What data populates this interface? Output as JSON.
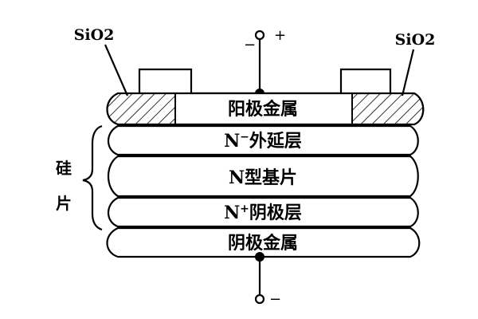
{
  "labels": {
    "oxide_left": "SiO2",
    "oxide_right": "SiO2",
    "anode_metal": "阳极金属",
    "n_minus_base": "N",
    "n_minus_sup": "−",
    "n_minus_rest": "外延层",
    "n_type_substrate": "N型基片",
    "n_plus_base": "N",
    "n_plus_sup": "+",
    "n_plus_rest": "阴极层",
    "cathode_metal": "阴极金属",
    "wafer_char_1": "硅",
    "wafer_char_2": "片"
  },
  "terminals": {
    "anode_plus": "+",
    "anode_minus": "−",
    "cathode_minus": "−"
  },
  "colors": {
    "stroke": "#000000",
    "fill": "#ffffff"
  }
}
